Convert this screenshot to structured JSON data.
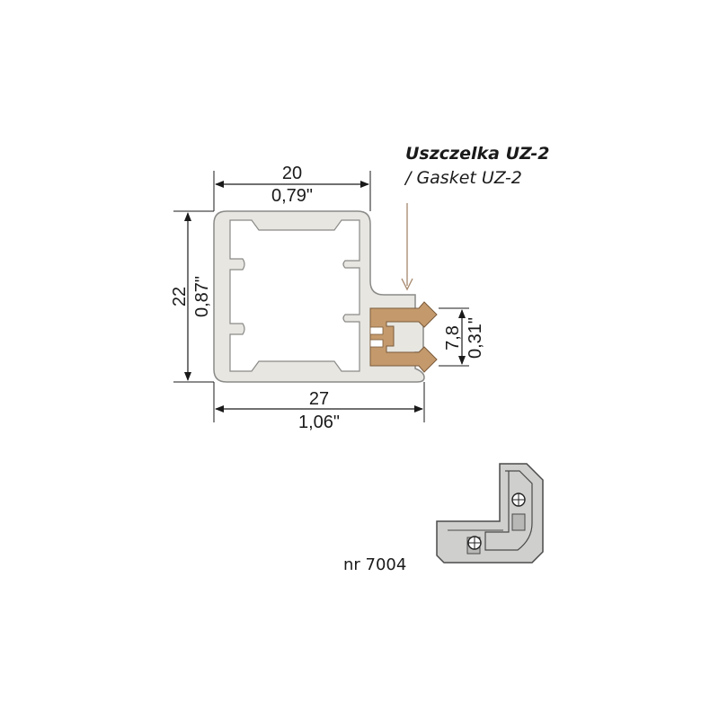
{
  "gasket": {
    "title": "Uszczelka UZ-2",
    "subtitle": "/ Gasket UZ-2",
    "arrow_color": "#a5876b",
    "fill_color": "#c49a6c"
  },
  "dimensions": {
    "top_width_mm": "20",
    "top_width_in": "0,79\"",
    "left_height_mm": "22",
    "left_height_in": "0,87\"",
    "bottom_width_mm": "27",
    "bottom_width_in": "1,06\"",
    "gasket_height_mm": "7,8",
    "gasket_height_in": "0,31\""
  },
  "corner": {
    "part_number": "nr 7004"
  },
  "colors": {
    "profile_fill": "#e7e6e1",
    "profile_stroke": "#8a8a88",
    "corner_fill": "#cfcfcd",
    "corner_stroke": "#4a4a4a"
  }
}
